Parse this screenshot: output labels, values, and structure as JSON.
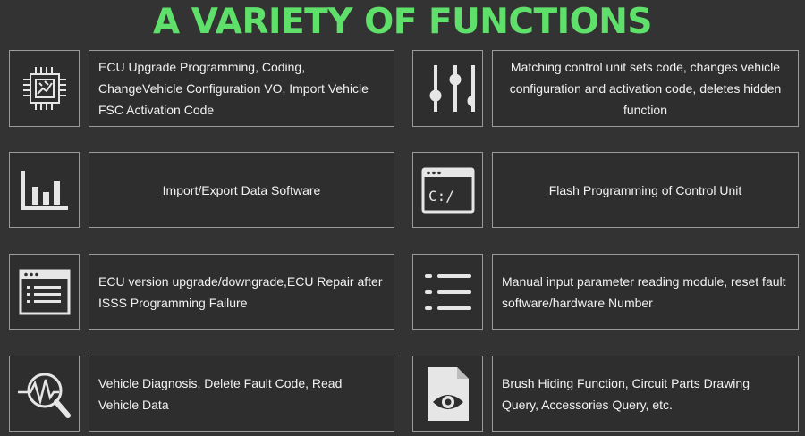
{
  "title": "A VARIETY OF FUNCTIONS",
  "accent_color": "#5fe06a",
  "features": [
    {
      "icon": "cpu-chip-icon",
      "text": "ECU Upgrade Programming, Coding, ChangeVehicle Configuration VO, Import Vehicle FSC Activation Code"
    },
    {
      "icon": "sliders-icon",
      "text": "Matching control unit sets code, changes vehicle configuration and activation code, deletes hidden function"
    },
    {
      "icon": "bar-chart-icon",
      "text": "Import/Export Data Software"
    },
    {
      "icon": "terminal-window-icon",
      "text": "Flash Programming of Control Unit",
      "terminal_prompt": "C:/"
    },
    {
      "icon": "browser-list-icon",
      "text": "ECU version upgrade/downgrade,ECU Repair after ISSS Programming Failure"
    },
    {
      "icon": "list-icon",
      "text": "Manual input parameter reading module, reset fault software/hardware Number"
    },
    {
      "icon": "diagnosis-magnifier-icon",
      "text": "Vehicle Diagnosis, Delete Fault Code, Read Vehicle Data"
    },
    {
      "icon": "document-eye-icon",
      "text": "Brush Hiding Function, Circuit Parts Drawing Query, Accessories Query, etc."
    }
  ]
}
